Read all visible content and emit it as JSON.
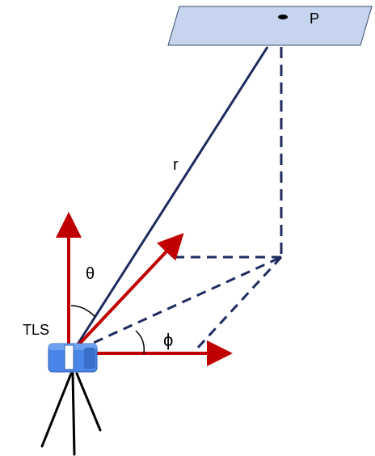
{
  "labels": {
    "point": "P",
    "range": "r",
    "polar_angle": "θ",
    "azimuth_angle": "ϕ",
    "scanner": "TLS"
  },
  "colors": {
    "plane_fill": "#c6d4f0",
    "plane_stroke": "#3a4a6a",
    "line": "#1f2a5e",
    "axis": "#c00000",
    "scanner_body": "#4a86e8",
    "scanner_dark": "#2f5fb3",
    "tripod": "#000000"
  }
}
